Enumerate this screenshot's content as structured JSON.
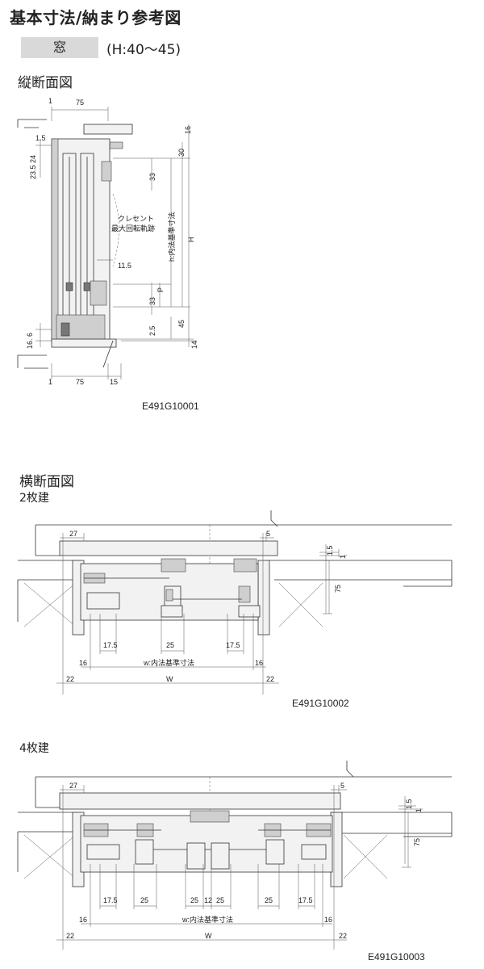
{
  "page_title": "基本寸法/納まり参考図",
  "badge": {
    "label": "窓",
    "note": "(H:40〜45)"
  },
  "vertical": {
    "heading": "縦断面図",
    "dims": {
      "top_1": "1",
      "top_75": "75",
      "d16": "16",
      "d1_5": "1.5",
      "d23_5_24": "23.5 24",
      "d30": "30",
      "d33a": "33",
      "d11_5": "11.5",
      "d33b": "33",
      "dP": "P",
      "d2_5": "2.5",
      "d45": "45",
      "d14": "14",
      "dH": "H",
      "dh": "h:内法基準寸法",
      "d16_6": "16. 6",
      "bot_1": "1",
      "bot_75": "75",
      "bot_15": "15",
      "crescent": "クレセント",
      "crescent2": "最大回転軌跡"
    },
    "code": "E491G10001"
  },
  "horizontal2": {
    "heading": "横断面図",
    "sub": "2枚建",
    "dims": {
      "d27": "27",
      "d5": "5",
      "d1_5": "1.5",
      "d1": "1",
      "d75": "75",
      "d17_5a": "17.5",
      "d25": "25",
      "d17_5b": "17.5",
      "d16a": "16",
      "dw": "w:内法基準寸法",
      "d16b": "16",
      "d22a": "22",
      "dW": "W",
      "d22b": "22"
    },
    "code": "E491G10002"
  },
  "horizontal4": {
    "sub": "4枚建",
    "dims": {
      "d27": "27",
      "d5": "5",
      "d1_5": "1.5",
      "d1": "1",
      "d75": "75",
      "d17_5a": "17.5",
      "d25a": "25",
      "d25b": "25",
      "d12": "12",
      "d25c": "25",
      "d25d": "25",
      "d17_5b": "17.5",
      "d16a": "16",
      "dw": "w:内法基準寸法",
      "d16b": "16",
      "d22a": "22",
      "dW": "W",
      "d22b": "22"
    },
    "code": "E491G10003"
  }
}
